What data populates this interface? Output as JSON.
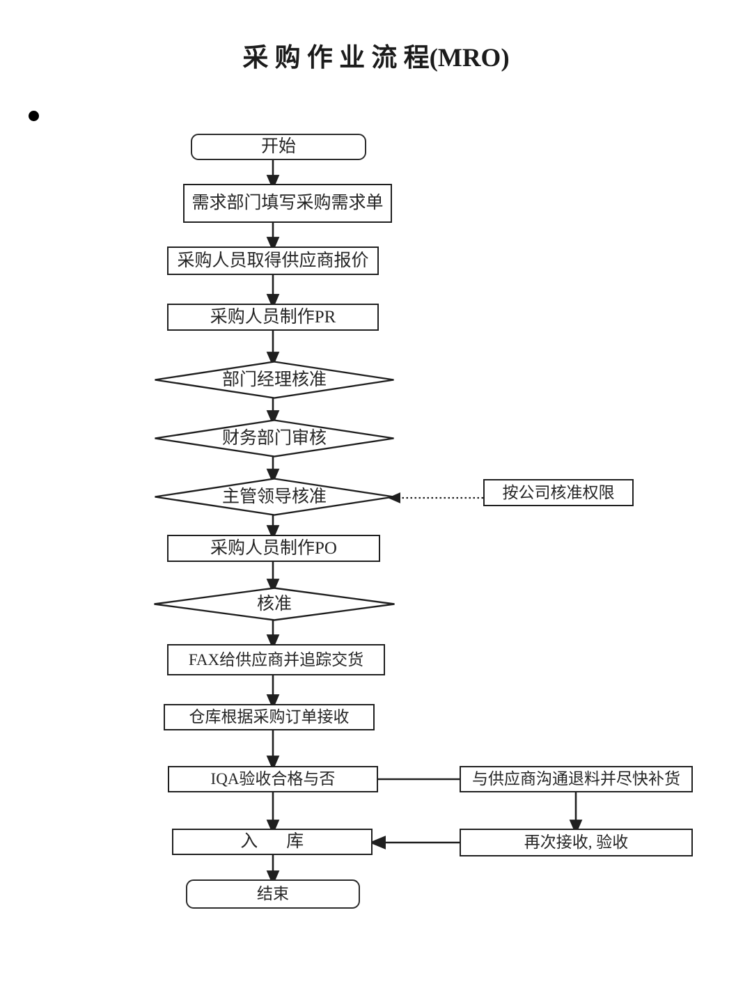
{
  "document": {
    "title": "采 购 作 业 流 程(MRO)",
    "bullet_marker": "bullet-point"
  },
  "flowchart": {
    "type": "flowchart",
    "orientation": "top-to-bottom",
    "nodes": [
      {
        "id": "start",
        "shape": "terminator",
        "label": "开始"
      },
      {
        "id": "req_form",
        "shape": "process",
        "label": "需求部门填写采购需求单"
      },
      {
        "id": "get_quote",
        "shape": "process",
        "label": "采购人员取得供应商报价"
      },
      {
        "id": "make_pr",
        "shape": "process",
        "label": "采购人员制作PR"
      },
      {
        "id": "dept_approve",
        "shape": "decision",
        "label": "部门经理核准"
      },
      {
        "id": "fin_review",
        "shape": "decision",
        "label": "财务部门审核"
      },
      {
        "id": "boss_approve",
        "shape": "decision",
        "label": "主管领导核准"
      },
      {
        "id": "auth_note",
        "shape": "note",
        "label": "按公司核准权限"
      },
      {
        "id": "make_po",
        "shape": "process",
        "label": "采购人员制作PO"
      },
      {
        "id": "approve",
        "shape": "decision",
        "label": "核准"
      },
      {
        "id": "fax_vendor",
        "shape": "process",
        "label": "FAX给供应商并追踪交货"
      },
      {
        "id": "wh_receive",
        "shape": "process",
        "label": "仓库根据采购订单接收"
      },
      {
        "id": "iqa_check",
        "shape": "process",
        "label": "IQA验收合格与否"
      },
      {
        "id": "return_mat",
        "shape": "process",
        "label": "与供应商沟通退料并尽快补货"
      },
      {
        "id": "recheck",
        "shape": "process",
        "label": "再次接收, 验收"
      },
      {
        "id": "stock_in",
        "shape": "process",
        "label": "入      库"
      },
      {
        "id": "end",
        "shape": "terminator",
        "label": "结束"
      }
    ],
    "edges": [
      {
        "from": "start",
        "to": "req_form",
        "style": "solid-arrow"
      },
      {
        "from": "req_form",
        "to": "get_quote",
        "style": "solid-arrow"
      },
      {
        "from": "get_quote",
        "to": "make_pr",
        "style": "solid-arrow"
      },
      {
        "from": "make_pr",
        "to": "dept_approve",
        "style": "solid-arrow"
      },
      {
        "from": "dept_approve",
        "to": "fin_review",
        "style": "solid-arrow"
      },
      {
        "from": "fin_review",
        "to": "boss_approve",
        "style": "solid-arrow"
      },
      {
        "from": "auth_note",
        "to": "boss_approve",
        "style": "dotted-arrow"
      },
      {
        "from": "boss_approve",
        "to": "make_po",
        "style": "solid-arrow"
      },
      {
        "from": "make_po",
        "to": "approve",
        "style": "solid-arrow"
      },
      {
        "from": "approve",
        "to": "fax_vendor",
        "style": "solid-arrow"
      },
      {
        "from": "fax_vendor",
        "to": "wh_receive",
        "style": "solid-arrow"
      },
      {
        "from": "wh_receive",
        "to": "iqa_check",
        "style": "solid-arrow"
      },
      {
        "from": "iqa_check",
        "to": "return_mat",
        "style": "solid-line"
      },
      {
        "from": "return_mat",
        "to": "recheck",
        "style": "solid-arrow"
      },
      {
        "from": "recheck",
        "to": "stock_in",
        "style": "solid-arrow"
      },
      {
        "from": "iqa_check",
        "to": "stock_in",
        "style": "solid-arrow"
      },
      {
        "from": "stock_in",
        "to": "end",
        "style": "solid-arrow"
      }
    ]
  },
  "colors": {
    "background": "#ffffff",
    "stroke": "#1f1f1f",
    "text": "#252525",
    "bullet": "#000000"
  }
}
